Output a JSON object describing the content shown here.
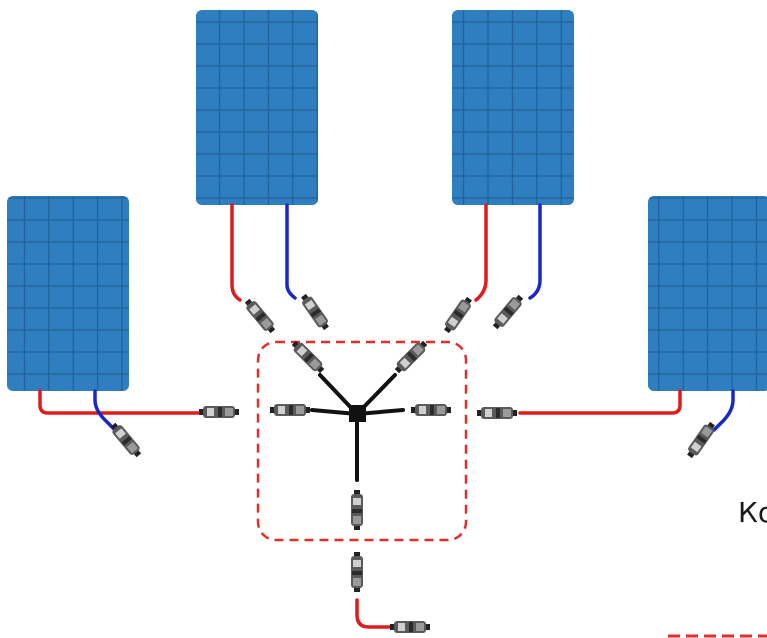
{
  "diagram": {
    "edge_text": "Ко",
    "colors": {
      "panel_fill": "#2f7fc0",
      "panel_grid": "#1f5f99",
      "positive_wire": "#e01b1b",
      "negative_wire": "#1a28c8",
      "trunk_wire": "#111111",
      "hub": "#111111",
      "connector_body": "#5a5a5a",
      "connector_light": "#d0d0d0",
      "dashed_box": "#e0302a"
    },
    "panels": [
      {
        "id": "panel-left"
      },
      {
        "id": "panel-top-left"
      },
      {
        "id": "panel-top-right"
      },
      {
        "id": "panel-right"
      }
    ]
  }
}
